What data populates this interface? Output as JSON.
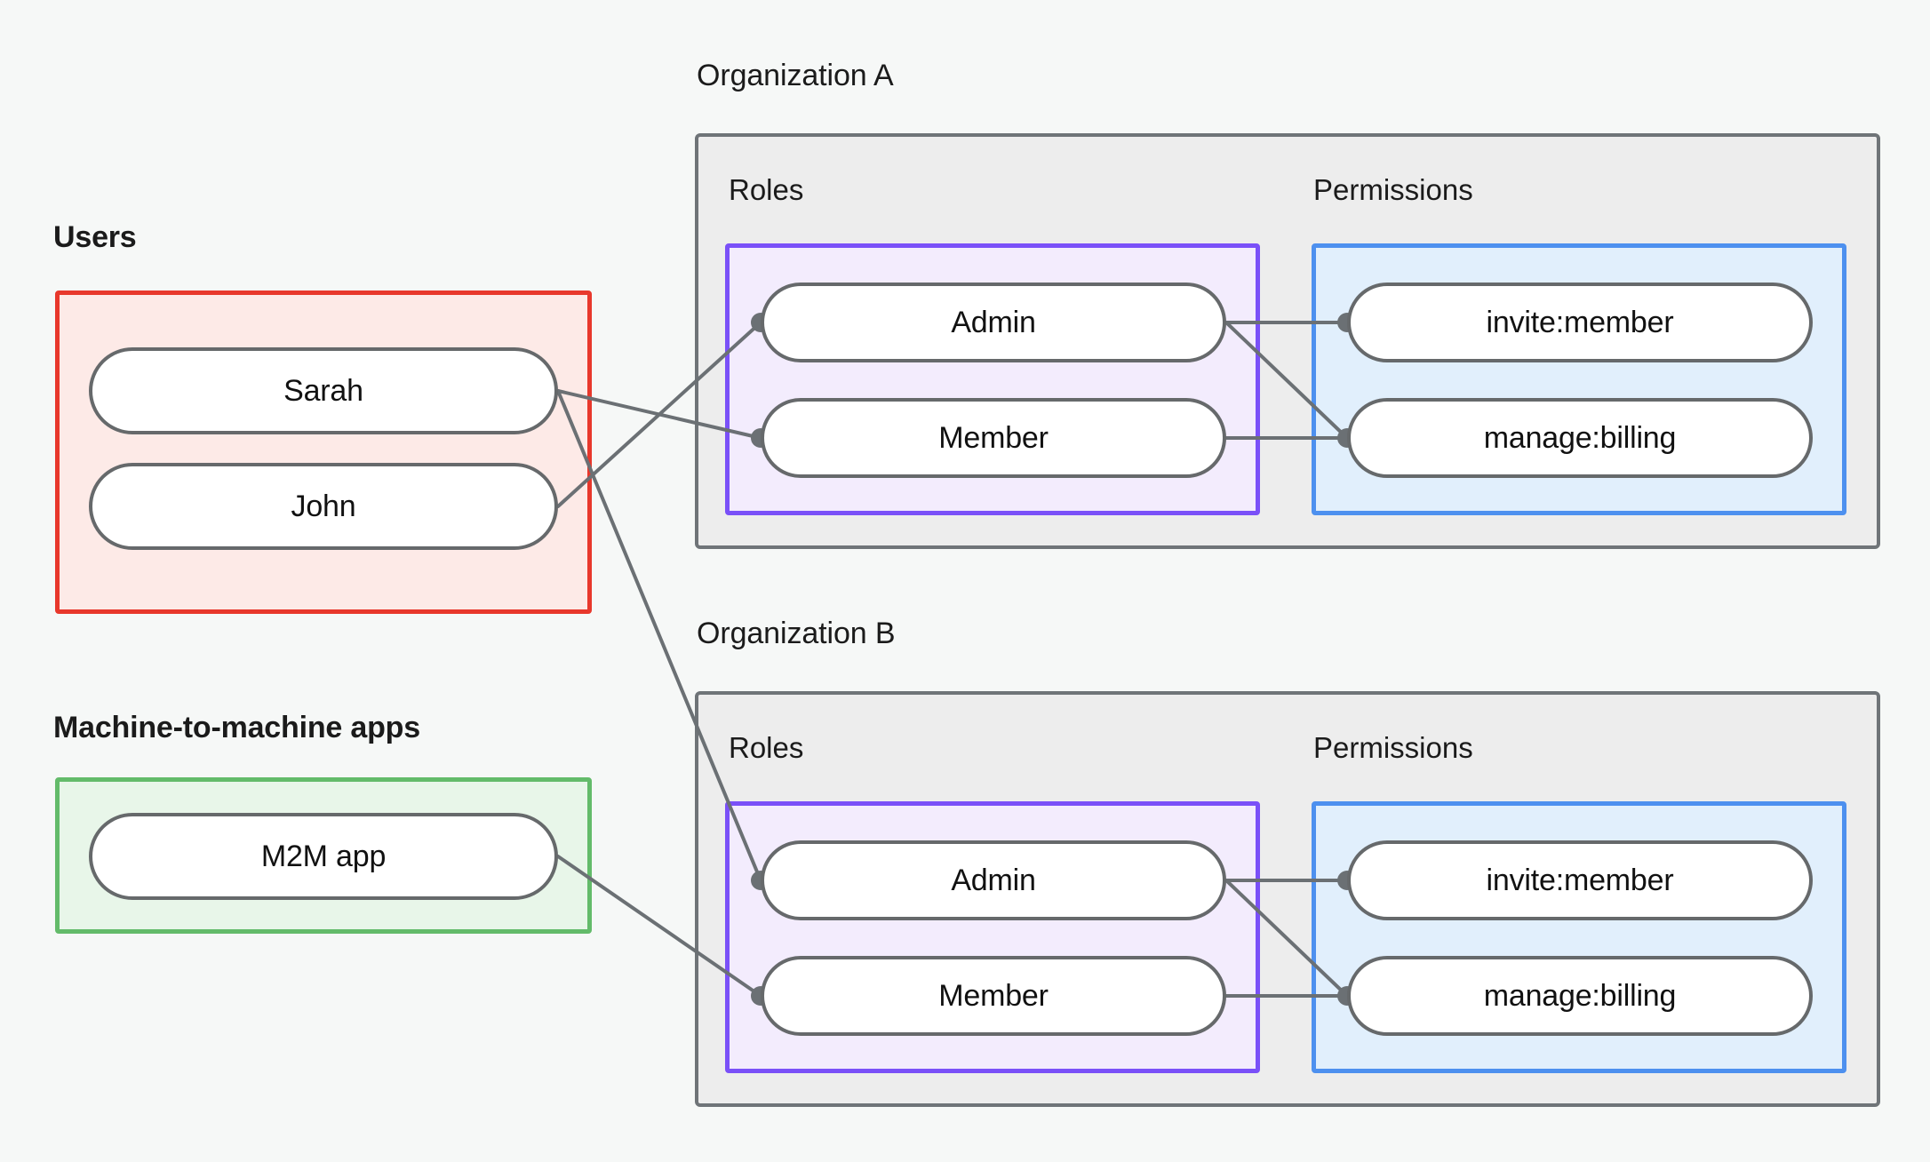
{
  "diagram": {
    "title_sections": {
      "users": "Users",
      "m2m": "Machine-to-machine apps",
      "org_a": "Organization A",
      "org_b": "Organization B"
    },
    "subsection_labels": {
      "roles": "Roles",
      "permissions": "Permissions"
    },
    "users": {
      "label": "Users",
      "items": [
        {
          "id": "sarah",
          "label": "Sarah"
        },
        {
          "id": "john",
          "label": "John"
        }
      ]
    },
    "m2m_apps": {
      "label": "Machine-to-machine apps",
      "items": [
        {
          "id": "m2m-app",
          "label": "M2M app"
        }
      ]
    },
    "organizations": [
      {
        "id": "org-a",
        "label": "Organization A",
        "roles_label": "Roles",
        "permissions_label": "Permissions",
        "roles": [
          {
            "id": "org-a-admin",
            "label": "Admin"
          },
          {
            "id": "org-a-member",
            "label": "Member"
          }
        ],
        "permissions": [
          {
            "id": "org-a-invite-member",
            "label": "invite:member"
          },
          {
            "id": "org-a-manage-billing",
            "label": "manage:billing"
          }
        ]
      },
      {
        "id": "org-b",
        "label": "Organization B",
        "roles_label": "Roles",
        "permissions_label": "Permissions",
        "roles": [
          {
            "id": "org-b-admin",
            "label": "Admin"
          },
          {
            "id": "org-b-member",
            "label": "Member"
          }
        ],
        "permissions": [
          {
            "id": "org-b-invite-member",
            "label": "invite:member"
          },
          {
            "id": "org-b-manage-billing",
            "label": "manage:billing"
          }
        ]
      }
    ],
    "connections": [
      {
        "from": "john",
        "to": "org-a-admin"
      },
      {
        "from": "sarah",
        "to": "org-a-member"
      },
      {
        "from": "sarah",
        "to": "org-b-admin"
      },
      {
        "from": "m2m-app",
        "to": "org-b-member"
      },
      {
        "from": "org-a-admin",
        "to": "org-a-invite-member"
      },
      {
        "from": "org-a-admin",
        "to": "org-a-manage-billing"
      },
      {
        "from": "org-a-member",
        "to": "org-a-manage-billing"
      },
      {
        "from": "org-b-admin",
        "to": "org-b-invite-member"
      },
      {
        "from": "org-b-admin",
        "to": "org-b-manage-billing"
      },
      {
        "from": "org-b-member",
        "to": "org-b-manage-billing"
      }
    ],
    "colors": {
      "page_background": "#f6f8f7",
      "users_border": "#e8382c",
      "users_fill": "#fdeae7",
      "m2m_border": "#63bb6a",
      "m2m_fill": "#e8f6e9",
      "org_border": "#6f7478",
      "org_fill": "#ededed",
      "roles_border": "#7a50f8",
      "roles_fill": "#f3ecfd",
      "permissions_border": "#4d90ef",
      "permissions_fill": "#e1effc",
      "node_border": "#66696b",
      "node_fill": "#ffffff",
      "edge_line": "#6b7074",
      "text": "#1b1b1b"
    }
  }
}
